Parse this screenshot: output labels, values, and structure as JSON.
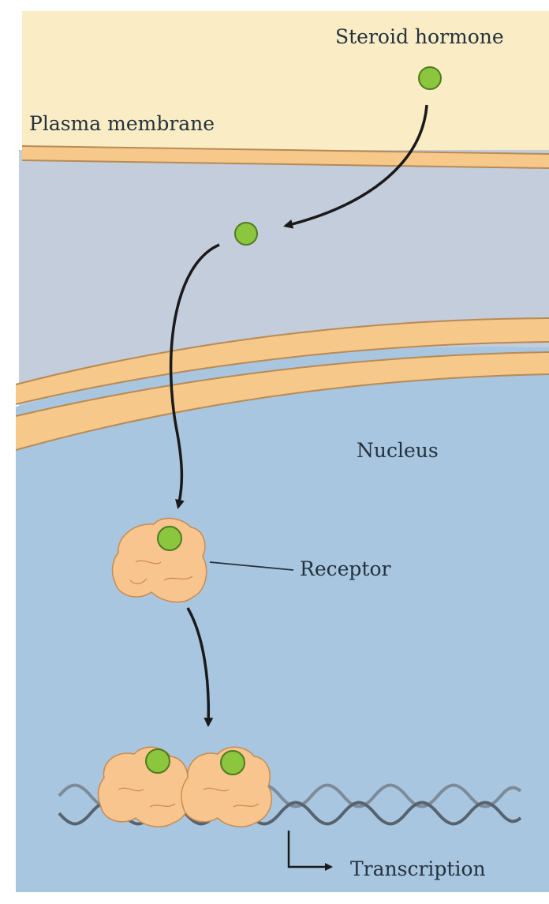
{
  "labels": {
    "steroid_hormone": "Steroid hormone",
    "plasma_membrane": "Plasma membrane",
    "nucleus": "Nucleus",
    "receptor": "Receptor",
    "transcription": "Transcription"
  },
  "colors": {
    "extracellular": "#faedc6",
    "cytoplasm": "#c4cddb",
    "nucleoplasm": "#a9c6e0",
    "membrane_fill": "#f6c98b",
    "membrane_line": "#b88a55",
    "hormone": "#8cc63f",
    "receptor": "#f8c58f",
    "dna": "#7d8b98",
    "arrow": "#1a1a1a"
  }
}
